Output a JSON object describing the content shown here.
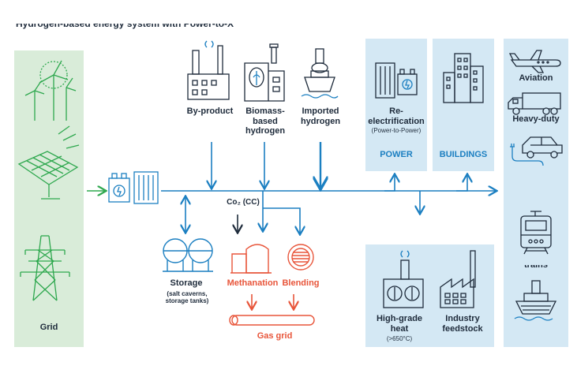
{
  "title": "Hydrogen-based energy system with Power-to-X",
  "colors": {
    "grid_panel": "#d9ecd9",
    "green_icon": "#2fa84f",
    "blue_panel": "#d4e8f4",
    "blue_accent": "#1b7fc1",
    "red_accent": "#e8553a",
    "dark": "#1e2b3b"
  },
  "grid": {
    "label": "Grid"
  },
  "sources": {
    "byproduct": "By-product",
    "biomass": "Biomass-\nbased\nhydrogen",
    "imported": "Imported\nhydrogen"
  },
  "middle": {
    "co2_label": "Co₂ (CC)",
    "storage_label": "Storage",
    "storage_sub": "(salt caverns,\nstorage tanks)",
    "methanation": "Methanation",
    "blending": "Blending",
    "gas_grid": "Gas grid"
  },
  "power": {
    "reelectrification": "Re-\nelectrification",
    "reelectrification_sub": "(Power-to-Power)",
    "power_label": "POWER",
    "buildings_label": "BUILDINGS"
  },
  "industry": {
    "high_grade_heat": "High-grade\nheat",
    "heat_sub": "(>650°C)",
    "feedstock": "Industry\nfeedstock"
  },
  "transport": {
    "aviation": "Aviation",
    "heavy_duty": "Heavy-duty",
    "trains": "trains"
  }
}
